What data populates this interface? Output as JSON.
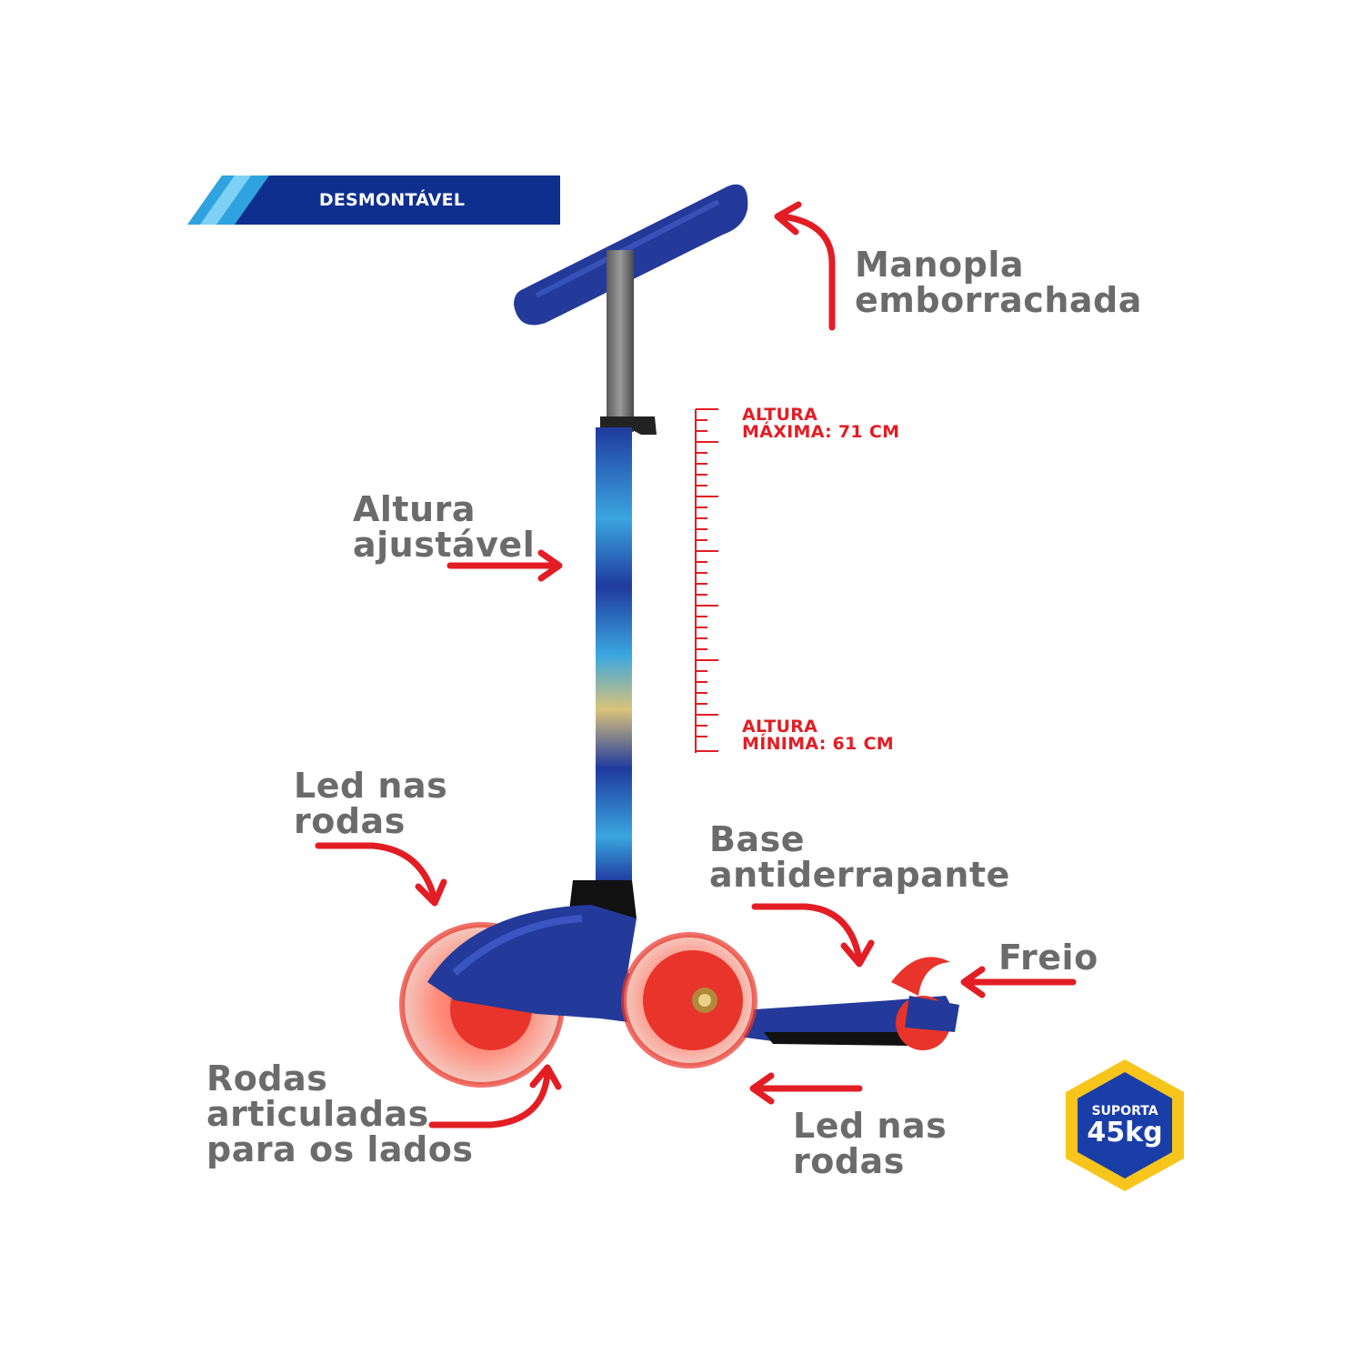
{
  "banner": {
    "label": "DESMONTÁVEL"
  },
  "callouts": {
    "manopla": [
      "Manopla",
      "emborrachada"
    ],
    "altura": [
      "Altura",
      "ajustável"
    ],
    "led_left": [
      "Led nas",
      "rodas"
    ],
    "base": [
      "Base",
      "antiderrapante"
    ],
    "freio": [
      "Freio"
    ],
    "rodas": [
      "Rodas",
      "articuladas",
      "para os lados"
    ],
    "led_right": [
      "Led nas",
      "rodas"
    ]
  },
  "measure": {
    "max": [
      "ALTURA",
      "MÁXIMA: 71 CM"
    ],
    "min": [
      "ALTURA",
      "MÍNIMA: 61 CM"
    ]
  },
  "badge": {
    "line1": "SUPORTA",
    "line2": "45kg"
  },
  "colors": {
    "text_gray": "#6b6b6b",
    "arrow_red": "#e31d24",
    "scooter_blue": "#233a9a",
    "wheel_red": "#e8342a",
    "banner_blue": "#0f2f8f",
    "banner_cyan": "#2ea3e0",
    "badge_yellow": "#f7c51c"
  }
}
